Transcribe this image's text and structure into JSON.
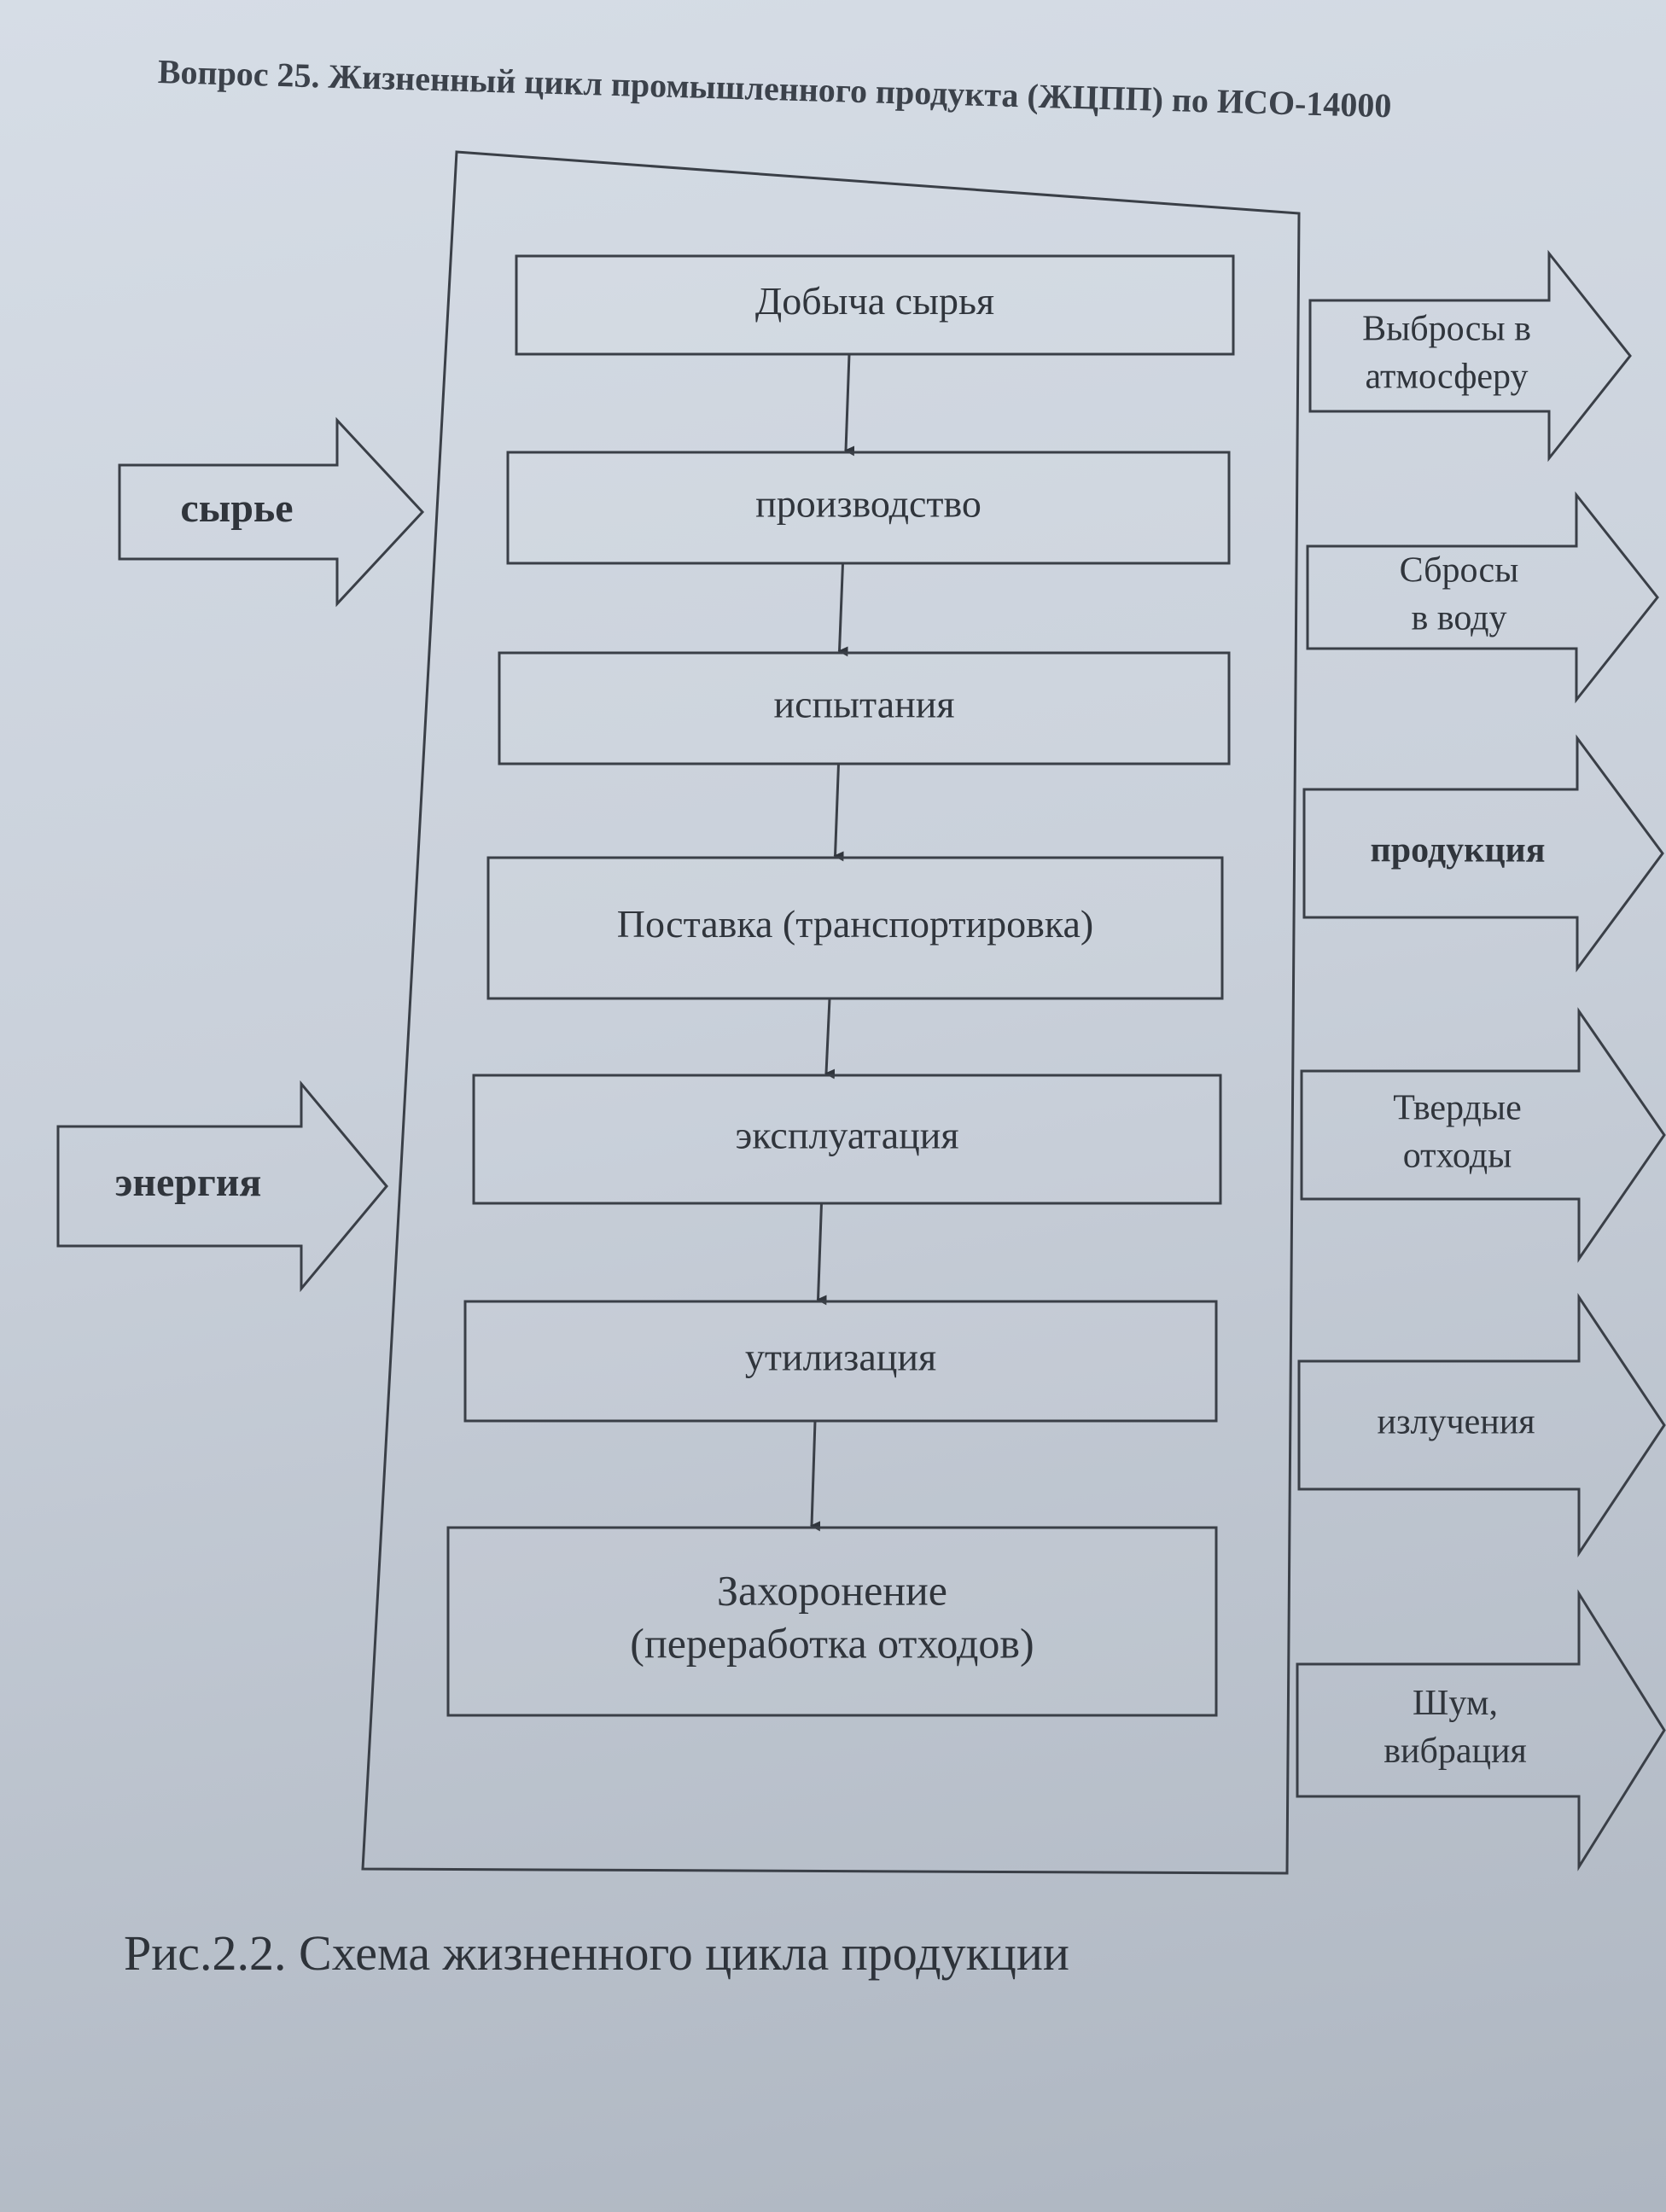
{
  "title": "Вопрос 25. Жизненный цикл промышленного продукта (ЖЦПП) по ИСО-14000",
  "stages": [
    [
      "Добыча сырья"
    ],
    [
      "производство"
    ],
    [
      "испытания"
    ],
    [
      "Поставка (транспортировка)"
    ],
    [
      "эксплуатация"
    ],
    [
      "утилизация"
    ],
    [
      "Захоронение",
      "(переработка отходов)"
    ]
  ],
  "inputs": [
    [
      "сырье"
    ],
    [
      "энергия"
    ]
  ],
  "outputs": [
    [
      "Выбросы в",
      "атмосферу"
    ],
    [
      "Сбросы",
      "в воду"
    ],
    [
      "продукция"
    ],
    [
      "Твердые",
      "отходы"
    ],
    [
      "излучения"
    ],
    [
      "Шум,",
      "вибрация"
    ]
  ],
  "caption": "Рис.2.2. Схема жизненного цикла продукции"
}
